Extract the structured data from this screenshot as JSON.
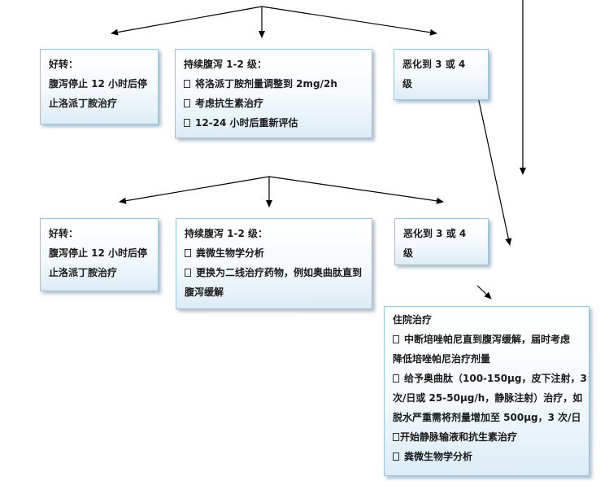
{
  "boxes": {
    "b1": {
      "title": "好转：",
      "lines": [
        "腹泻停止  12  小时后停",
        "止洛派丁胺治疗"
      ]
    },
    "b2": {
      "title": "持续腹泻 1-2 级：",
      "items": [
        "将洛派丁胺剂量调整到 2mg/2h",
        "考虑抗生素治疗",
        "12-24 小时后重新评估"
      ]
    },
    "b3": {
      "title": "恶化到  3  或  4",
      "lines": [
        "级"
      ]
    },
    "b4": {
      "title": "好转：",
      "lines": [
        "腹泻停止  12  小时后停",
        "止洛派丁胺治疗"
      ]
    },
    "b5": {
      "title": "持续腹泻 1-2 级：",
      "items": [
        "粪微生物学分析",
        "更换为二线治疗药物，例如奥曲肽直到"
      ],
      "cont": "腹泻缓解"
    },
    "b6": {
      "title": "恶化到  3  或  4",
      "lines": [
        "级"
      ]
    },
    "b7": {
      "title": "住院治疗",
      "l1": "中断培唑帕尼直到腹泻缓解，届时考虑",
      "l2": "降低培唑帕尼治疗剂量",
      "l3": "给予奥曲肽（100-150μg，皮下注射，3",
      "l4": "次/日或 25-50μg/h，静脉注射）治疗，如",
      "l5": "脱水严重需将剂量增加至 500μg，3 次/日",
      "l6": "开始静脉输液和抗生素治疗",
      "l7": "粪微生物学分析"
    }
  }
}
